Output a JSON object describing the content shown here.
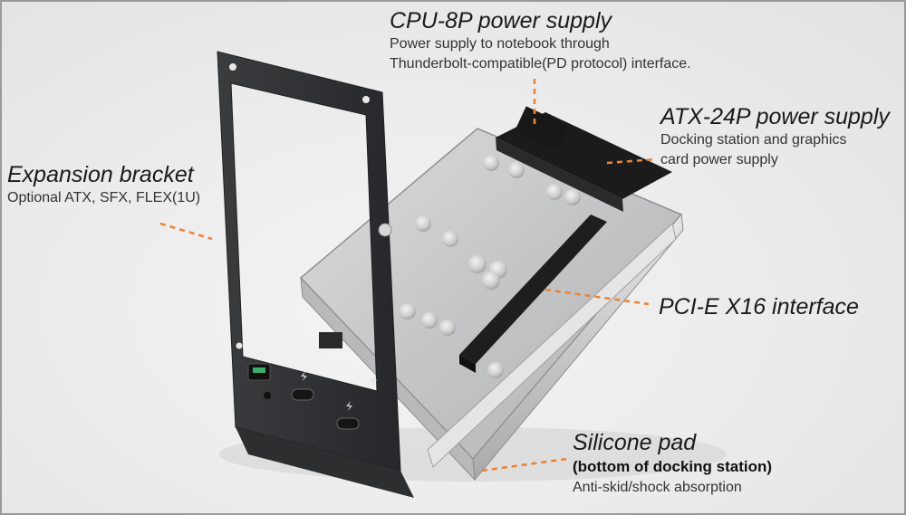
{
  "callouts": {
    "cpu": {
      "title": "CPU-8P power supply",
      "line1": "Power supply to notebook through",
      "line2": "Thunderbolt-compatible(PD protocol) interface."
    },
    "atx": {
      "title": "ATX-24P power supply",
      "line1": "Docking station and graphics",
      "line2": "card power supply"
    },
    "expansion": {
      "title": "Expansion bracket",
      "line1": "Optional ATX, SFX, FLEX(1U)"
    },
    "pcie": {
      "title": "PCI-E X16 interface"
    },
    "silicone": {
      "title": "Silicone pad",
      "line1": "(bottom of docking station)",
      "line2": "Anti-skid/shock absorption"
    }
  },
  "colors": {
    "leader": "#e8853a",
    "bracket": "#2f3133",
    "board": "#c9cacb",
    "slot": "#1c1c1c"
  }
}
